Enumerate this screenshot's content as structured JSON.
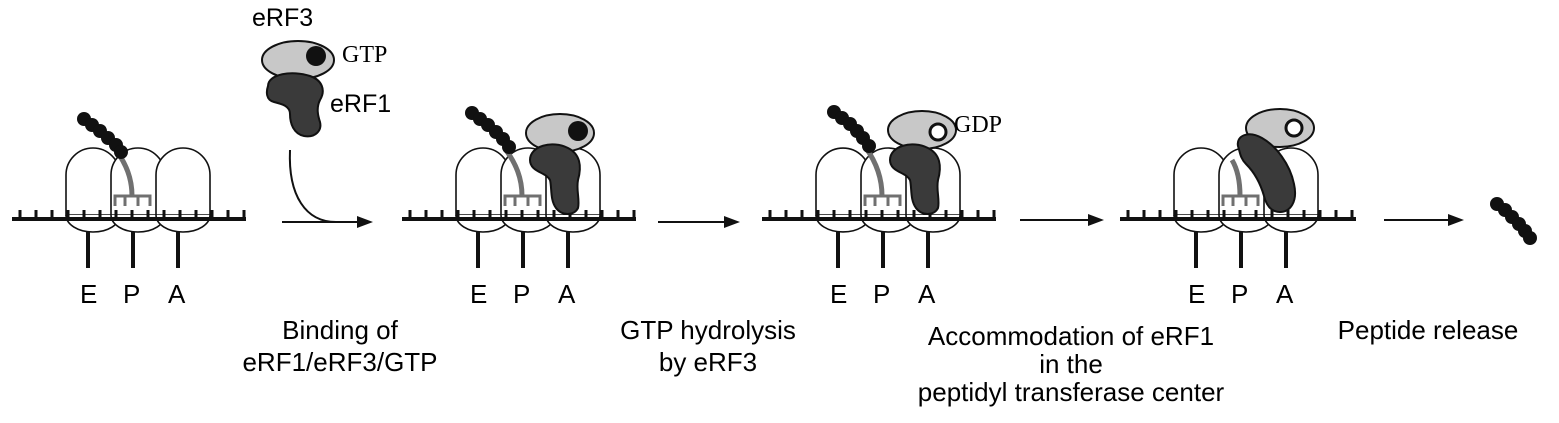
{
  "colors": {
    "erf1": "#3a3a3a",
    "erf3": "#c8c8c8",
    "trna": "#707070",
    "line": "#111111"
  },
  "factor_labels": {
    "erf3": "eRF3",
    "gtp": "GTP",
    "erf1": "eRF1",
    "gdp": "GDP"
  },
  "sites": [
    "E",
    "P",
    "A"
  ],
  "steps": [
    {
      "lines": [
        "Binding of",
        "eRF1/eRF3/GTP"
      ]
    },
    {
      "lines": [
        "GTP hydrolysis",
        "by eRF3"
      ]
    },
    {
      "lines": [
        "Accommodation of eRF1",
        "in the",
        "peptidyl transferase center"
      ]
    },
    {
      "lines": [
        "Peptide release"
      ]
    }
  ]
}
